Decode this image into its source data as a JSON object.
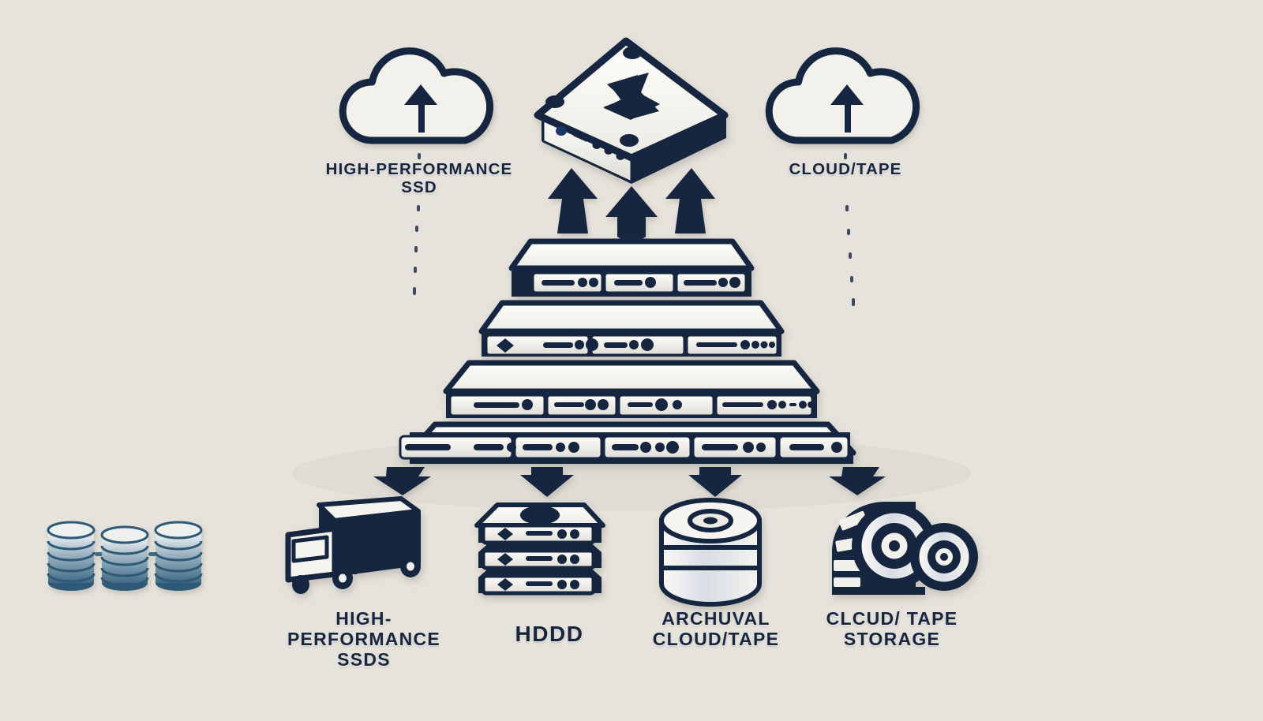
{
  "diagram": {
    "title": "Storage tiering pyramid",
    "background_color": "#e6e3dc",
    "ink_color": "#17253f",
    "panel_color": "#f7f5f0"
  },
  "apex": {
    "icon": "ssd-drive-isometric-icon",
    "glyph": "arrow-right"
  },
  "top_labels": [
    {
      "id": "high-performance-ssd",
      "icon": "cloud-upload-icon",
      "text": "HIGH-PERFORMANCE\nSSD"
    },
    {
      "id": "cloud-tape",
      "icon": "cloud-upload-icon",
      "text": "CLOUD/TAPE"
    }
  ],
  "pyramid": {
    "tiers": [
      {
        "id": "tier-1",
        "bays": 3,
        "label": ""
      },
      {
        "id": "tier-2",
        "bays": 3,
        "label": ""
      },
      {
        "id": "tier-3",
        "bays": 4,
        "label": ""
      },
      {
        "id": "tier-4",
        "bays": 5,
        "label": ""
      }
    ],
    "up_arrows": 3,
    "down_arrows": 4
  },
  "bottom_labels": [
    {
      "id": "high-performance-ssds",
      "icon": "delivery-truck-icon",
      "text": "HIGH-PERFORMANCE\nSSDS"
    },
    {
      "id": "hddd",
      "icon": "server-stack-icon",
      "text": "HDDD"
    },
    {
      "id": "archuval-cloud-tape",
      "icon": "database-cylinder-icon",
      "text": "ARCHUVAL\nCLOUD/TAPE"
    },
    {
      "id": "clcud-tape-storage",
      "icon": "tape-reel-icon",
      "text": "CLCUD/ TAPE\nSTORAGE"
    }
  ],
  "disk_cluster": {
    "id": "disk-stacks",
    "count": 3,
    "layers_per_stack": 5
  }
}
